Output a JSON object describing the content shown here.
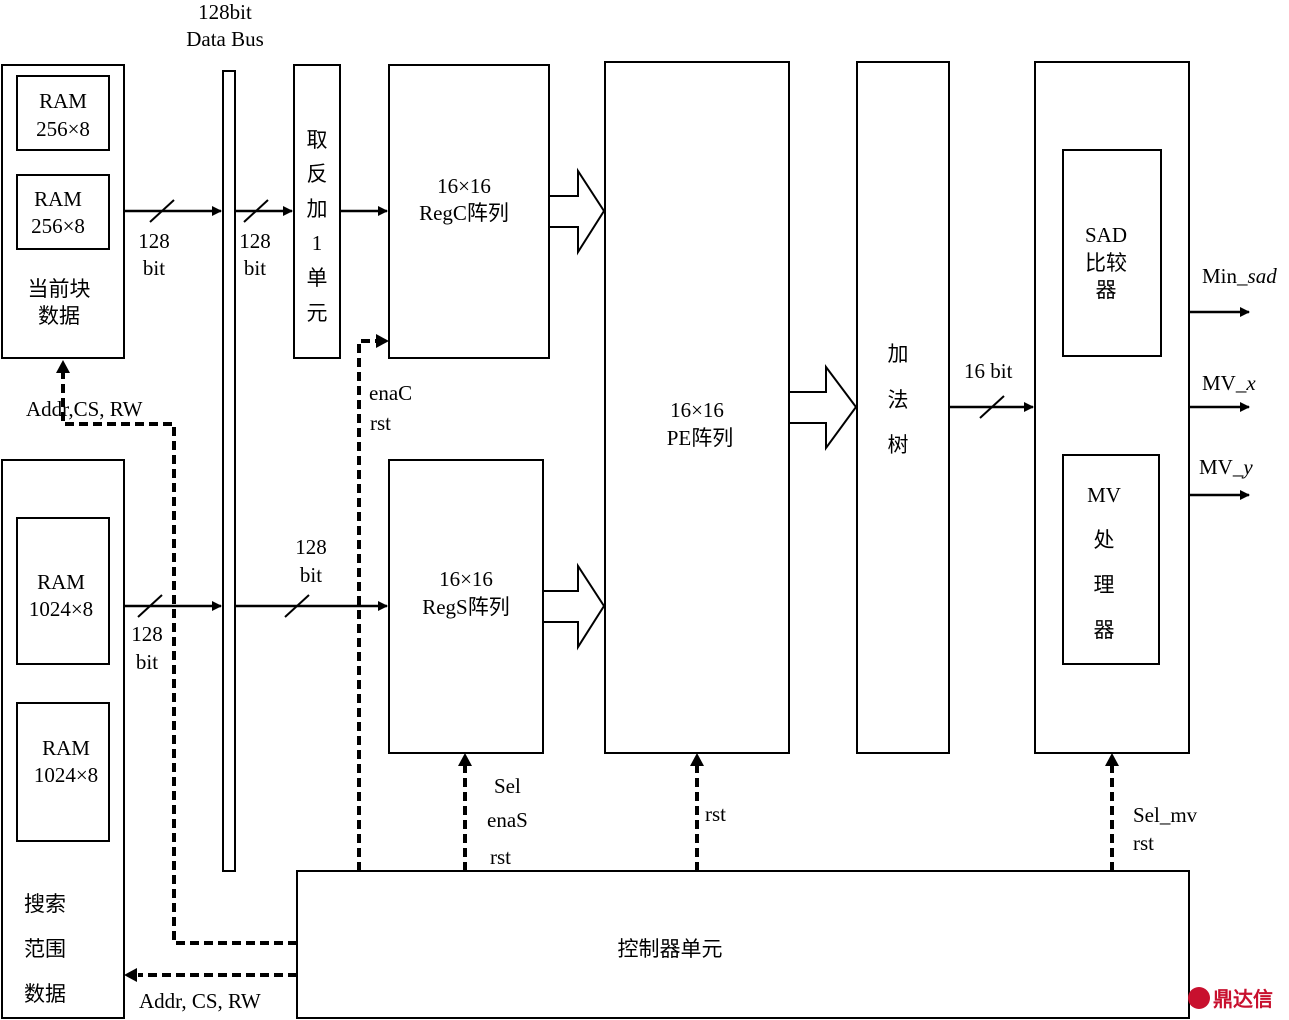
{
  "data_bus": {
    "line1": "128bit",
    "line2": "Data Bus"
  },
  "current_block": {
    "ram_top": [
      "RAM",
      "256×8"
    ],
    "ram_bottom": [
      "RAM",
      "256×8"
    ],
    "caption": [
      "当前块",
      "数据"
    ]
  },
  "search_area": {
    "ram_top": [
      "RAM",
      "1024×8"
    ],
    "ram_bottom": [
      "RAM",
      "1024×8"
    ],
    "caption": [
      "搜索",
      "范围",
      "数据"
    ]
  },
  "inv_unit": [
    "取",
    "反",
    "加",
    "1",
    "单",
    "元"
  ],
  "regc": [
    "16×16",
    "RegC阵列"
  ],
  "regs": [
    "16×16",
    "RegS阵列"
  ],
  "pe": [
    "16×16",
    "PE阵列"
  ],
  "adder": [
    "加",
    "法",
    "树"
  ],
  "sad_cmp": [
    "SAD",
    "比较",
    "器"
  ],
  "mv_proc": [
    "MV",
    "处",
    "理",
    "器"
  ],
  "controller": "控制器单元",
  "bus_labels": {
    "cur_to_bus": [
      "128",
      "bit"
    ],
    "bus_to_inv": [
      "128",
      "bit"
    ],
    "search_to_bus": [
      "128",
      "bit"
    ],
    "bus_to_regs": [
      "128",
      "bit"
    ],
    "adder_to_out": "16 bit"
  },
  "signals": {
    "addr_cs_rw_top": "Addr,CS, RW",
    "addr_cs_rw_bottom": "Addr, CS, RW",
    "enac": "enaC",
    "enac_rst": "rst",
    "sel": "Sel",
    "enas": "enaS",
    "regs_rst": "rst",
    "pe_rst": "rst",
    "sel_mv": "Sel_mv",
    "mv_rst": "rst"
  },
  "outputs": {
    "min_sad": {
      "main": "Min_",
      "ital": "sad"
    },
    "mv_x": {
      "main": "MV_",
      "ital": "x"
    },
    "mv_y": {
      "main": "MV_",
      "ital": "y"
    }
  },
  "watermark": "鼎达信"
}
